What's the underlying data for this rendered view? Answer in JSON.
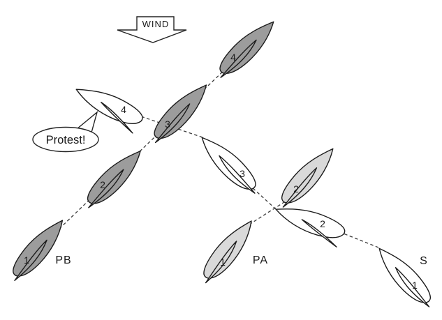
{
  "diagram": {
    "wind": {
      "label": "WIND"
    },
    "protest": {
      "label": "Protest!"
    },
    "colors": {
      "pb_hull": "#9c9c9c",
      "pa_hull": "#d9d9d9",
      "s_hull": "#ffffff",
      "outline": "#1c1c1c",
      "track": "#3a3a3a"
    },
    "tracks": {
      "pb": {
        "label": "PB",
        "positions": [
          "1",
          "2",
          "3",
          "4"
        ]
      },
      "pa": {
        "label": "PA",
        "positions": [
          "1",
          "2"
        ]
      },
      "s": {
        "label": "S",
        "positions": [
          "1",
          "2",
          "3",
          "4"
        ]
      }
    }
  }
}
